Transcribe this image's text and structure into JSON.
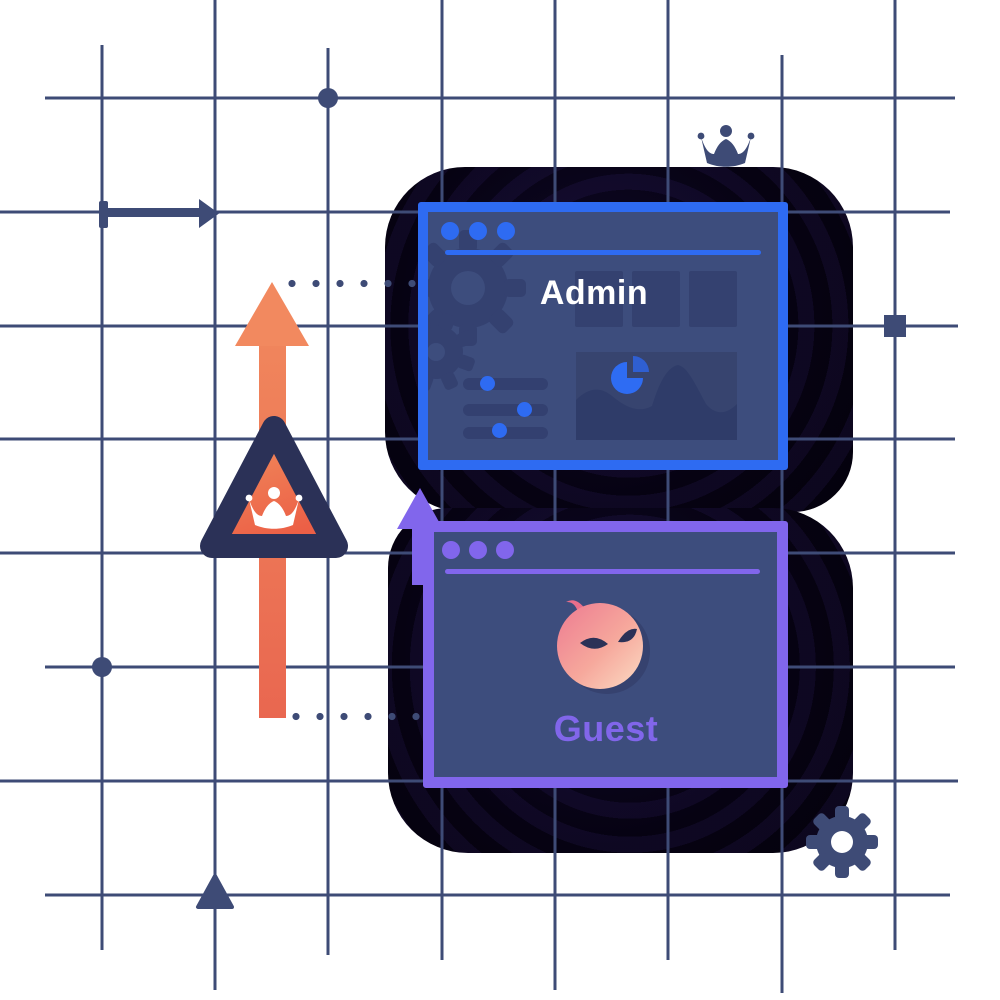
{
  "illustration": {
    "theme": "privilege-escalation",
    "canvas_bg": "#ffffff",
    "grid": {
      "color": "#3e4b76",
      "line_width": 3
    },
    "windows": {
      "admin": {
        "title": "Admin",
        "accent_color": "#2e6bf2",
        "fill_color": "#3d4d7d",
        "title_color": "#ffffff",
        "traffic_dot_count": 3,
        "content_icons": [
          "gear-icon",
          "tiles",
          "pie-chart-icon",
          "area-wave",
          "slider-list"
        ]
      },
      "guest": {
        "title": "Guest",
        "accent_color": "#8166ec",
        "fill_color": "#3d4d7d",
        "title_color": "#8166ea",
        "traffic_dot_count": 3,
        "content_icons": [
          "imp-face-icon"
        ]
      }
    },
    "escalation_arrow": {
      "direction": "up",
      "gradient_top": "#f2895f",
      "gradient_bottom": "#e96750"
    },
    "guest_corner_arrow": {
      "direction": "up",
      "color": "#8166ec"
    },
    "connectors": {
      "style": "dotted",
      "color": "#3e4b76",
      "count": 2
    },
    "warning_badge": {
      "shape": "rounded-triangle",
      "border_color": "#2b3157",
      "fill_gradient": [
        "#f1915f",
        "#ec5f46"
      ],
      "icon": "crown-icon",
      "icon_color": "#ffffff"
    },
    "decorations": {
      "color": "#3e4b76",
      "items": [
        "crown-icon",
        "gear-icon",
        "right-arrow",
        "dot-marker",
        "dot-marker",
        "square-marker",
        "triangle-marker"
      ]
    },
    "shadow_blob_color": "#060212",
    "pie": {
      "main_color": "#2e6cf3",
      "wedge_color": "#2f5fd2"
    },
    "imp_face": {
      "skin_top": "#ed7a91",
      "skin_bottom": "#fcdcc4",
      "eye_color": "#2b3157"
    }
  }
}
